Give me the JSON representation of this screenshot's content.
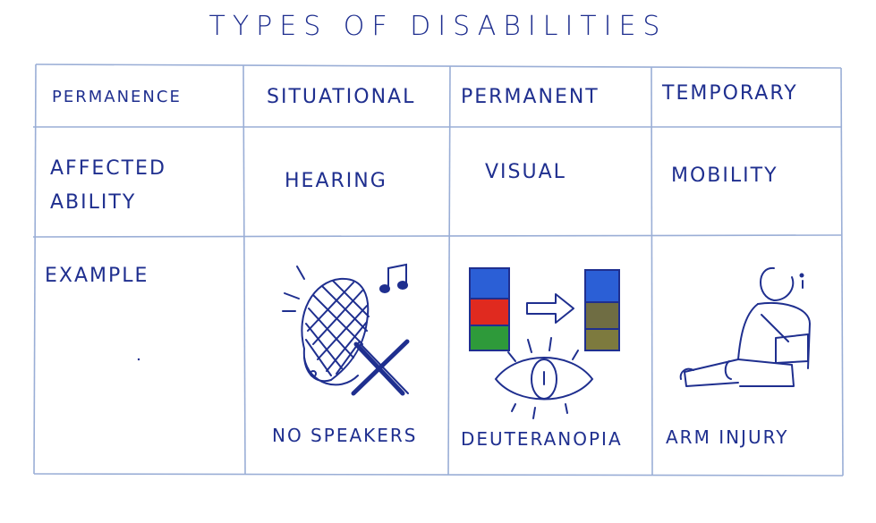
{
  "title": "TYPES OF DISABILITIES",
  "header_row": {
    "label": "PERMANENCE",
    "columns": [
      "SITUATIONAL",
      "PERMANENT",
      "TEMPORARY"
    ]
  },
  "affected_row": {
    "label_line1": "AFFECTED",
    "label_line2": "ABILITY",
    "values": [
      "HEARING",
      "VISUAL",
      "MOBILITY"
    ]
  },
  "example_row": {
    "label": "EXAMPLE",
    "captions": [
      "NO SPEAKERS",
      "DEUTERANOPIA",
      "ARM INJURY"
    ]
  },
  "colors": {
    "ink": "#1f2f8f",
    "grid": "#9aaed6",
    "blue": "#2b5fd6",
    "red": "#e02a1f",
    "green": "#2e9a3a",
    "olive": "#7d7a3e",
    "dark_olive": "#6f6d43"
  },
  "icons": [
    "speaker-x-icon",
    "music-note-icon",
    "color-swatch-icon",
    "arrow-right-icon",
    "eye-icon",
    "seated-person-injury-icon"
  ]
}
